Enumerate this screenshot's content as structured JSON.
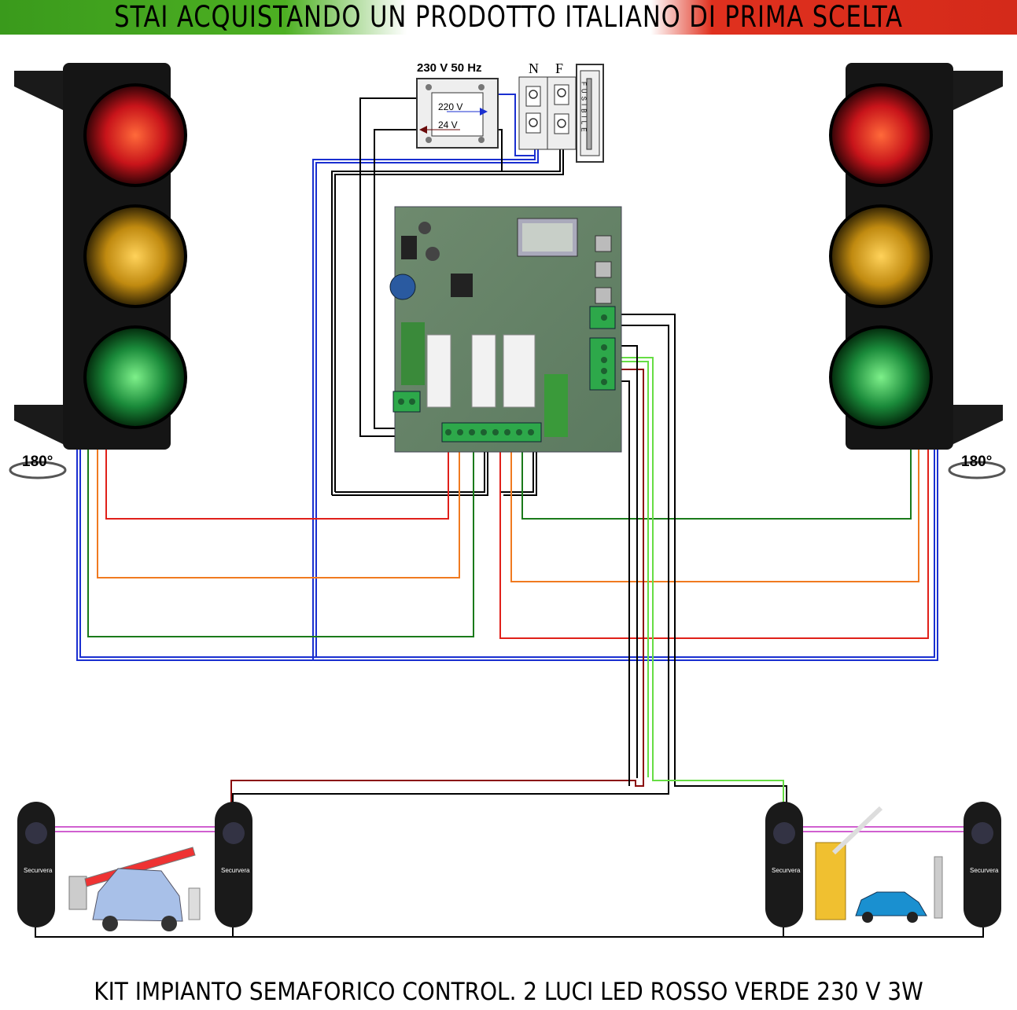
{
  "banner": {
    "text": "STAI ACQUISTANDO UN PRODOTTO ITALIANO DI PRIMA SCELTA"
  },
  "power_supply": {
    "title": "230 V 50 Hz",
    "input_label": "220 V",
    "output_label": "24 V"
  },
  "terminals": {
    "neutral": "N",
    "phase": "F"
  },
  "fuse": {
    "label": "FUSIBILE"
  },
  "traffic_lights": {
    "left_rotation": "180°",
    "right_rotation": "180°",
    "lamp_colors": [
      "#d8202a",
      "#e0a418",
      "#2aa84a"
    ]
  },
  "wire_colors": {
    "blue": "#1a2fd0",
    "red": "#e0201a",
    "orange": "#f07a20",
    "green": "#1a7a1a",
    "black": "#000000",
    "darkred": "#8a0a0a",
    "lightgreen": "#66dd44"
  },
  "photocells": {
    "brand": "Securvera"
  },
  "footer": {
    "text": "KIT IMPIANTO SEMAFORICO CONTROL. 2 LUCI LED ROSSO VERDE 230 V 3W"
  }
}
